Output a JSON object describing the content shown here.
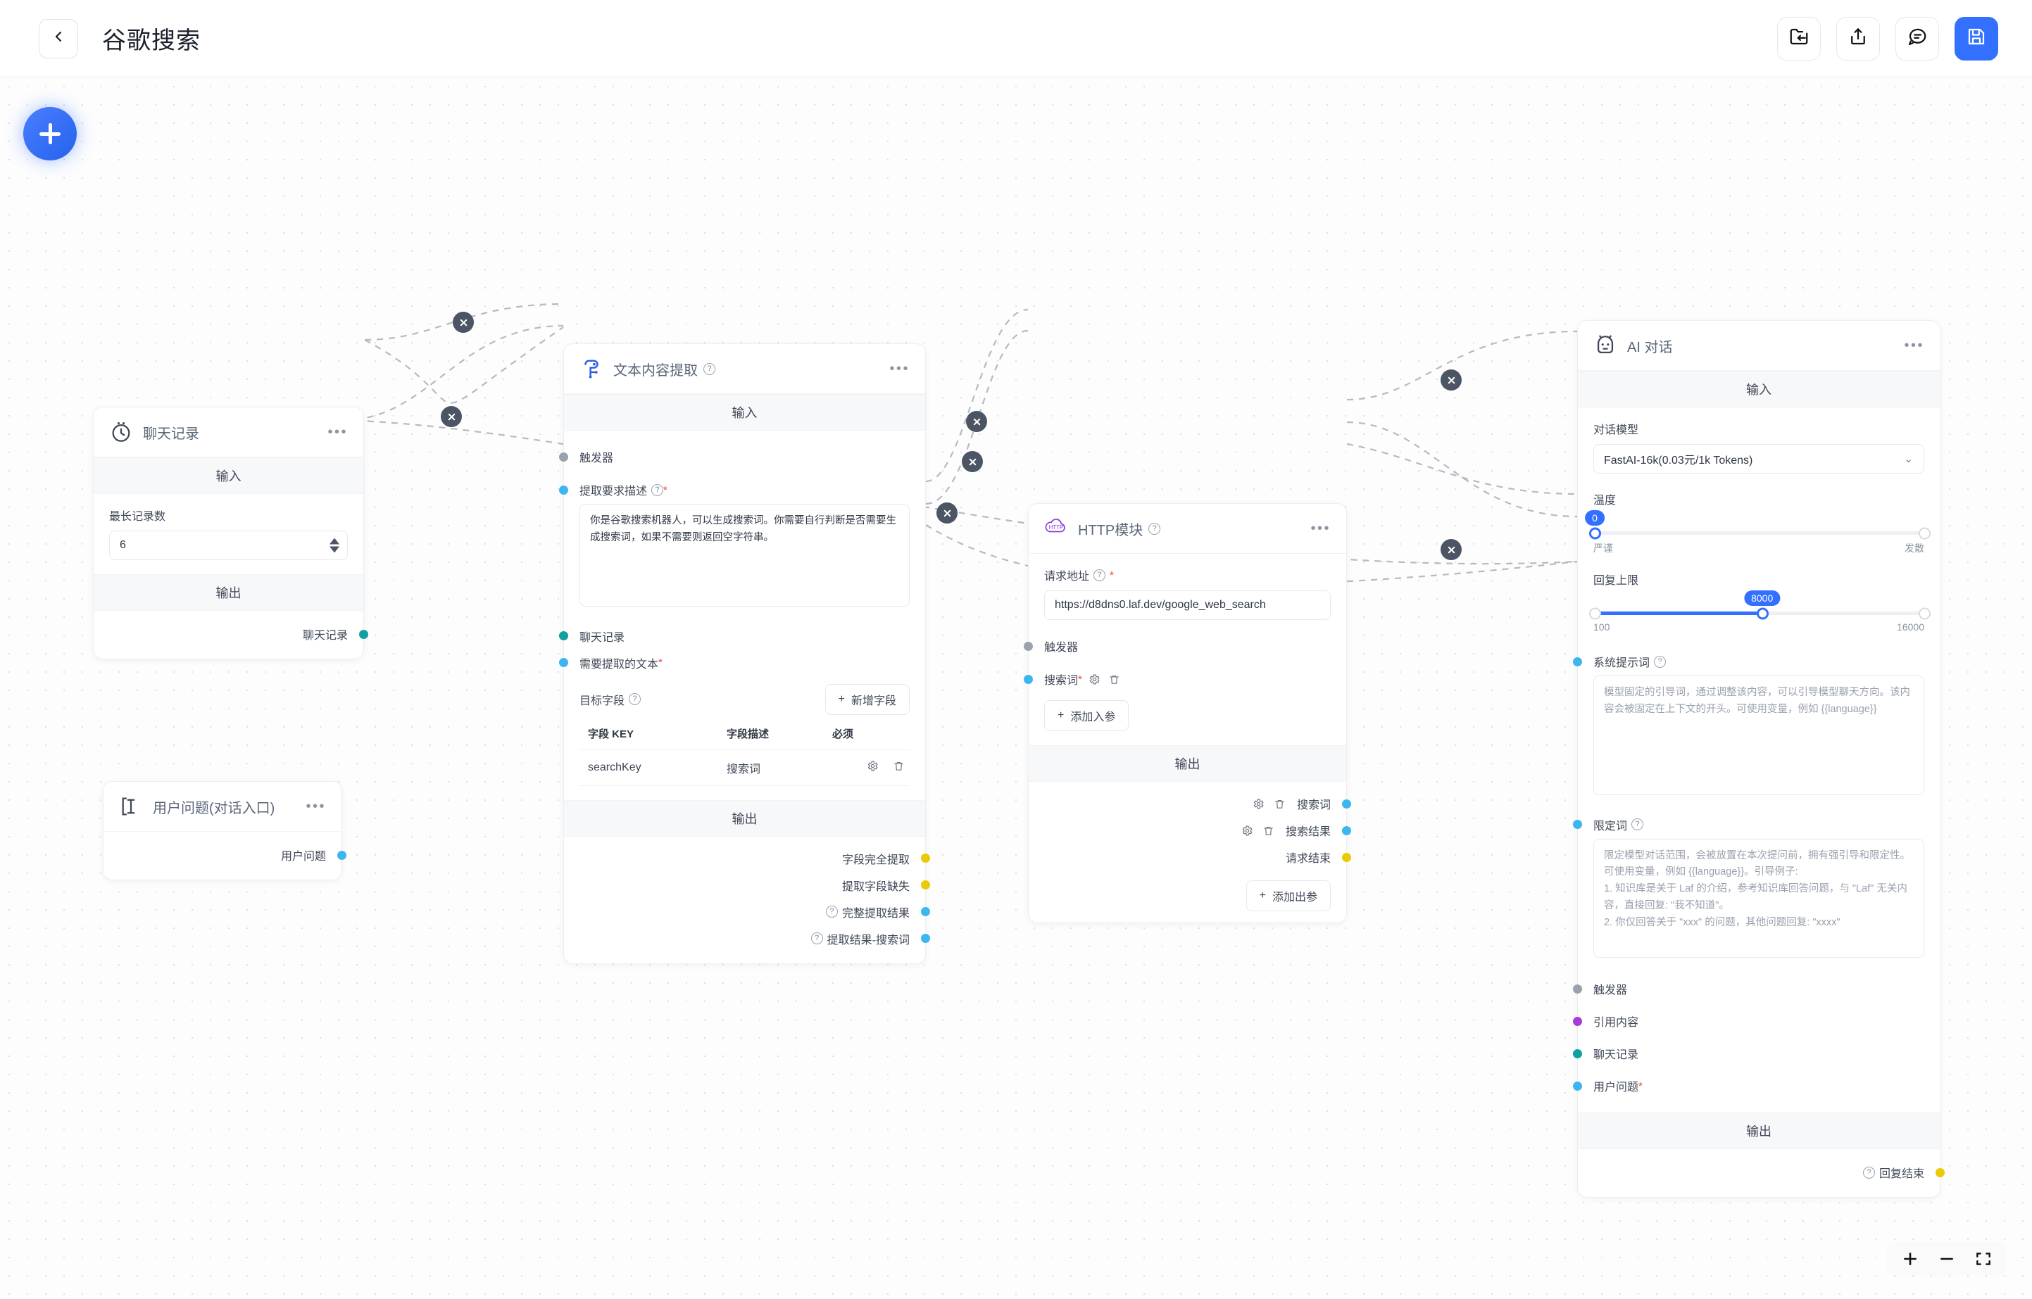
{
  "header": {
    "back_icon": "chevron-left-icon",
    "title": "谷歌搜索",
    "actions": [
      {
        "name": "import-folder-button",
        "icon": "folder-import-icon"
      },
      {
        "name": "export-button",
        "icon": "share-upload-icon"
      },
      {
        "name": "chat-button",
        "icon": "chat-bubble-icon"
      },
      {
        "name": "save-button",
        "icon": "floppy-save-icon",
        "primary": true
      }
    ]
  },
  "canvas": {
    "add_node_label": "+",
    "zoom_controls": {
      "zoom_in": "plus-icon",
      "zoom_out": "minus-icon",
      "fit_view": "fit-screen-icon"
    }
  },
  "nodes": {
    "chat_history": {
      "title": "聊天记录",
      "icon": "clock-history-icon",
      "input_label": "输入",
      "output_label": "输出",
      "field_label": "最长记录数",
      "field_value": "6",
      "output_port": "聊天记录"
    },
    "user_question": {
      "title": "用户问题(对话入口)",
      "icon": "text-cursor-icon",
      "output_port": "用户问题"
    },
    "text_extract": {
      "title": "文本内容提取",
      "icon": "extract-node-icon",
      "input_label": "输入",
      "output_label": "输出",
      "trigger_port": "触发器",
      "prompt_label": "提取要求描述",
      "prompt_value": "你是谷歌搜索机器人，可以生成搜索词。你需要自行判断是否需要生成搜索词，如果不需要则返回空字符串。",
      "chat_history_port": "聊天记录",
      "text_port": "需要提取的文本",
      "target_fields_label": "目标字段",
      "add_field_label": "新增字段",
      "table": {
        "headers": [
          "字段 KEY",
          "字段描述",
          "必须"
        ],
        "rows": [
          {
            "key": "searchKey",
            "desc": "搜索词",
            "required": ""
          }
        ]
      },
      "outputs": [
        {
          "label": "字段完全提取",
          "color": "yellow",
          "help": false
        },
        {
          "label": "提取字段缺失",
          "color": "yellow",
          "help": false
        },
        {
          "label": "完整提取结果",
          "color": "blue",
          "help": true
        },
        {
          "label": "提取结果-搜索词",
          "color": "blue",
          "help": true
        }
      ]
    },
    "http": {
      "title": "HTTP模块",
      "icon": "http-cloud-icon",
      "url_label": "请求地址",
      "url_value": "https://d8dns0.laf.dev/google_web_search",
      "trigger_port": "触发器",
      "input_param": "搜索词",
      "add_input_label": "添加入参",
      "output_label": "输出",
      "outputs": [
        {
          "label": "搜索词",
          "color": "blue",
          "editable": true
        },
        {
          "label": "搜索结果",
          "color": "blue",
          "editable": true
        },
        {
          "label": "请求结束",
          "color": "yellow",
          "editable": false
        }
      ],
      "add_output_label": "添加出参"
    },
    "ai_chat": {
      "title": "AI 对话",
      "icon": "robot-face-icon",
      "input_label": "输入",
      "output_label": "输出",
      "model_label": "对话模型",
      "model_value": "FastAI-16k(0.03元/1k Tokens)",
      "temperature_label": "温度",
      "temperature_value": "0",
      "temperature_min_label": "严谨",
      "temperature_max_label": "发散",
      "max_tokens_label": "回复上限",
      "max_tokens_value": "8000",
      "max_tokens_min": "100",
      "max_tokens_max": "16000",
      "system_prompt_label": "系统提示词",
      "system_prompt_placeholder": "模型固定的引导词，通过调整该内容，可以引导模型聊天方向。该内容会被固定在上下文的开头。可使用变量，例如 {{language}}",
      "qualifier_label": "限定词",
      "qualifier_placeholder": "限定模型对话范围，会被放置在本次提问前，拥有强引导和限定性。可使用变量，例如 {{language}}。引导例子:\n1. 知识库是关于 Laf 的介绍，参考知识库回答问题，与 \"Laf\" 无关内容，直接回复: \"我不知道\"。\n2. 你仅回答关于 \"xxx\" 的问题，其他问题回复: \"xxxx\"",
      "ports": [
        {
          "label": "触发器",
          "color": "gray"
        },
        {
          "label": "引用内容",
          "color": "purple"
        },
        {
          "label": "聊天记录",
          "color": "teal"
        },
        {
          "label": "用户问题",
          "color": "blue",
          "required": true
        }
      ],
      "output_port": "回复结束"
    }
  },
  "colors": {
    "accent": "#3370ff",
    "port_blue": "#3db6f0",
    "port_yellow": "#eac905",
    "port_teal": "#10a0a0",
    "port_purple": "#a63cd6",
    "port_gray": "#9aa2ad",
    "required_red": "#f04438"
  }
}
